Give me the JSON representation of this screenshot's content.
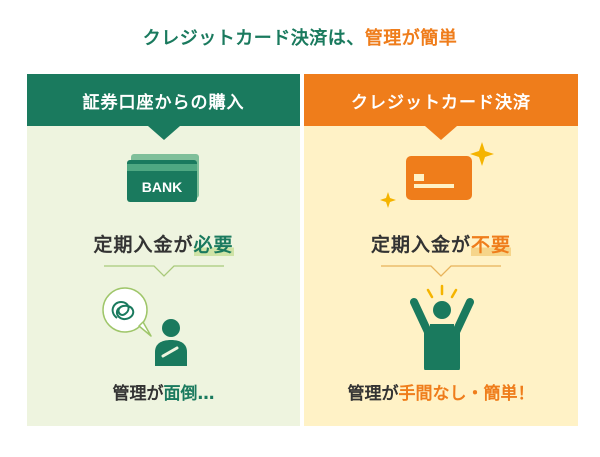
{
  "header": {
    "title_part1": "クレジットカード決済は、",
    "title_part2": "管理が簡単"
  },
  "left_panel": {
    "banner": "証券口座からの購入",
    "card_label": "BANK",
    "line1_prefix": "定期入金が",
    "line1_highlight": "必要",
    "line2_prefix": "管理が",
    "line2_highlight": "面倒…"
  },
  "right_panel": {
    "banner": "クレジットカード決済",
    "line1_prefix": "定期入金が",
    "line1_highlight": "不要",
    "line2_prefix": "管理が",
    "line2_highlight": "手間なし・簡単！"
  },
  "colors": {
    "green": "#1a7a5e",
    "orange": "#ef7d1b",
    "left_bg": "#eef4df",
    "right_bg": "#fff2c6"
  },
  "icons": [
    "bank-card-icon",
    "credit-card-icon",
    "sparkle-icon",
    "worried-person-icon",
    "speech-bubble-icon",
    "happy-person-icon",
    "divider-icon"
  ]
}
